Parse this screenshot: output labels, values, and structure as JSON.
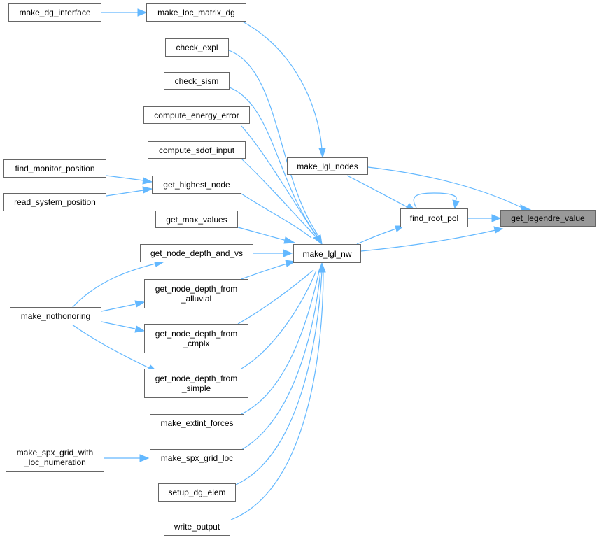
{
  "nodes": {
    "get_legendre_value": "get_legendre_value",
    "find_root_pol": "find_root_pol",
    "make_lgl_nodes": "make_lgl_nodes",
    "make_lgl_nw": "make_lgl_nw",
    "make_loc_matrix_dg": "make_loc_matrix_dg",
    "make_dg_interface": "make_dg_interface",
    "check_expl": "check_expl",
    "check_sism": "check_sism",
    "compute_energy_error": "compute_energy_error",
    "compute_sdof_input": "compute_sdof_input",
    "get_highest_node": "get_highest_node",
    "find_monitor_position": "find_monitor_position",
    "read_system_position": "read_system_position",
    "get_max_values": "get_max_values",
    "get_node_depth_and_vs": "get_node_depth_and_vs",
    "get_node_depth_from_alluvial_l1": "get_node_depth_from",
    "get_node_depth_from_alluvial_l2": "_alluvial",
    "get_node_depth_from_cmplx_l1": "get_node_depth_from",
    "get_node_depth_from_cmplx_l2": "_cmplx",
    "get_node_depth_from_simple_l1": "get_node_depth_from",
    "get_node_depth_from_simple_l2": "_simple",
    "make_nothonoring": "make_nothonoring",
    "make_extint_forces": "make_extint_forces",
    "make_spx_grid_loc": "make_spx_grid_loc",
    "make_spx_grid_with_loc_numeration_l1": "make_spx_grid_with",
    "make_spx_grid_with_loc_numeration_l2": "_loc_numeration",
    "setup_dg_elem": "setup_dg_elem",
    "write_output": "write_output"
  },
  "colors": {
    "edge": "#63b8ff",
    "node_border": "#666666",
    "focus_fill": "#999999"
  }
}
